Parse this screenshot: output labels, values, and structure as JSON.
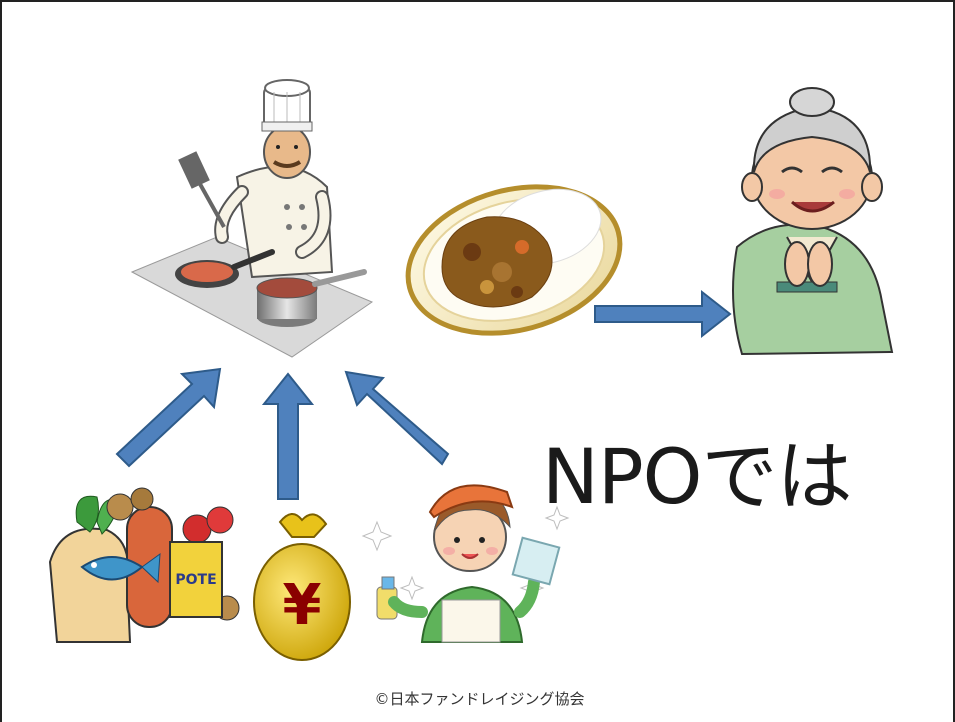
{
  "slide": {
    "heading": "NPOでは",
    "copyright": "©日本ファンドレイジング協会",
    "yen_symbol": "¥",
    "bag_label": "POTE"
  },
  "colors": {
    "arrow": "#4f81bd",
    "arrow_stroke": "#2e5b8a",
    "coin": "#e8c21a"
  },
  "icons": [
    "chef-icon",
    "curry-rice-icon",
    "grandmother-icon",
    "groceries-icon",
    "money-bag-icon",
    "volunteer-icon"
  ]
}
